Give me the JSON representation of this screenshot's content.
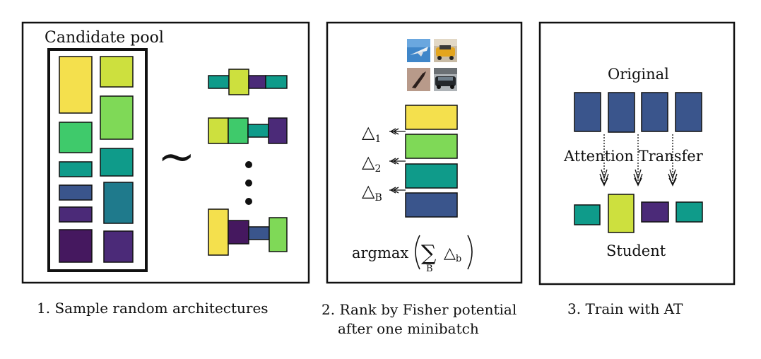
{
  "colors": {
    "yellow": "#f4e04d",
    "lime": "#cde03e",
    "light_green": "#7fd957",
    "green": "#3fca6b",
    "teal": "#0f9b8a",
    "steel_teal": "#1f7a8c",
    "navy": "#3a558c",
    "purple": "#4b2a78",
    "dark_purple": "#45185f"
  },
  "panel1": {
    "title": "Candidate pool",
    "tilde": "~",
    "caption": "1. Sample random architectures"
  },
  "panel2": {
    "delta_1": "△",
    "delta_1_sub": "1",
    "delta_2": "△",
    "delta_2_sub": "2",
    "delta_b": "△",
    "delta_b_sub": "B",
    "formula_argmax": "argmax",
    "formula_sum": "∑",
    "formula_sum_sub": "B",
    "formula_delta": "△",
    "formula_delta_sub": "b",
    "caption_line1": "2. Rank by Fisher potential",
    "caption_line2": "after one minibatch",
    "thumbnails": [
      "airplane-thumbnail",
      "car-thumbnail",
      "bird-thumbnail",
      "car-thumbnail"
    ]
  },
  "panel3": {
    "original_label": "Original",
    "transfer_label": "Attention Transfer",
    "student_label": "Student",
    "caption": "3. Train with AT"
  }
}
